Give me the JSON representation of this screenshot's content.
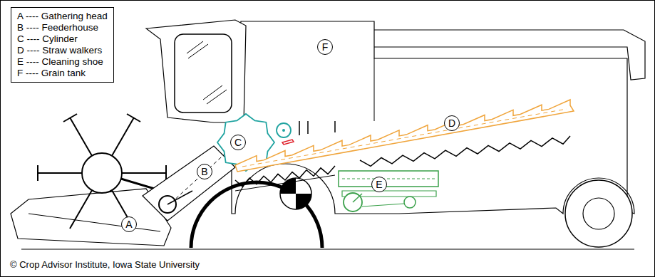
{
  "diagram": {
    "caption": "© Crop Advisor Institute, Iowa State University",
    "nodes": [
      {
        "text": [
          "A ---- Gathering head",
          "B ---- Feederhouse",
          "C ---- Cylinder",
          "D ---- Straw walkers",
          "E ---- Cleaning shoe",
          "F ---- Grain tank"
        ]
      },
      {
        "text": [
          "F"
        ]
      },
      {
        "text": [
          "D"
        ]
      },
      {
        "text": [
          "C"
        ]
      },
      {
        "text": [
          "B"
        ]
      },
      {
        "text": [
          "E"
        ]
      },
      {
        "text": [
          "A"
        ]
      }
    ]
  }
}
